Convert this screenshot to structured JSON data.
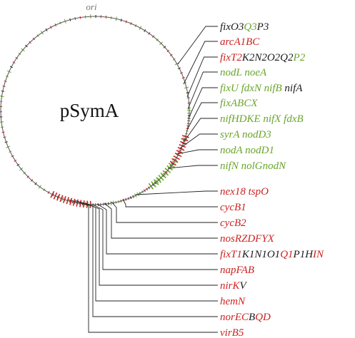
{
  "plasmid": {
    "name": "pSymA",
    "origin_label": "ori"
  },
  "colors": {
    "black": "#1a1a1a",
    "red": "#cc2222",
    "green": "#6aa52a",
    "circle": "#555555"
  },
  "labels": [
    {
      "segments": [
        {
          "t": "fixO3",
          "c": "black"
        },
        {
          "t": "Q3",
          "c": "green"
        },
        {
          "t": "P3",
          "c": "black"
        }
      ]
    },
    {
      "segments": [
        {
          "t": "arcA1BC",
          "c": "red"
        }
      ]
    },
    {
      "segments": [
        {
          "t": "fixT2",
          "c": "red"
        },
        {
          "t": "K2N2O2Q2",
          "c": "black"
        },
        {
          "t": "P2",
          "c": "green"
        }
      ]
    },
    {
      "segments": [
        {
          "t": "nodL noeA",
          "c": "green"
        }
      ]
    },
    {
      "segments": [
        {
          "t": "fixU fdxN nifB",
          "c": "green"
        },
        {
          "t": " nifA",
          "c": "black"
        }
      ]
    },
    {
      "segments": [
        {
          "t": "fixABCX",
          "c": "green"
        }
      ]
    },
    {
      "segments": [
        {
          "t": "nifHDKE nifX fdxB",
          "c": "green"
        }
      ]
    },
    {
      "segments": [
        {
          "t": "syrA nodD3",
          "c": "green"
        }
      ]
    },
    {
      "segments": [
        {
          "t": "nodA nodD1",
          "c": "green"
        }
      ]
    },
    {
      "segments": [
        {
          "t": "nifN nolGnodN",
          "c": "green"
        }
      ]
    },
    {
      "segments": [
        {
          "t": "nex18 tspO",
          "c": "red"
        }
      ]
    },
    {
      "segments": [
        {
          "t": "cycB1",
          "c": "red"
        }
      ]
    },
    {
      "segments": [
        {
          "t": "cycB2",
          "c": "red"
        }
      ]
    },
    {
      "segments": [
        {
          "t": "nosRZDFYX",
          "c": "red"
        }
      ]
    },
    {
      "segments": [
        {
          "t": "fixT1",
          "c": "red"
        },
        {
          "t": "K1N1O1",
          "c": "black"
        },
        {
          "t": "Q1",
          "c": "red"
        },
        {
          "t": "P1H",
          "c": "black"
        },
        {
          "t": "IN",
          "c": "red"
        }
      ]
    },
    {
      "segments": [
        {
          "t": "napFAB",
          "c": "red"
        }
      ]
    },
    {
      "segments": [
        {
          "t": "nirK",
          "c": "red"
        },
        {
          "t": "V",
          "c": "black"
        }
      ]
    },
    {
      "segments": [
        {
          "t": "hemN",
          "c": "red"
        }
      ]
    },
    {
      "segments": [
        {
          "t": "norEC",
          "c": "red"
        },
        {
          "t": "B",
          "c": "black"
        },
        {
          "t": "QD",
          "c": "red"
        }
      ]
    },
    {
      "segments": [
        {
          "t": "virB5",
          "c": "red"
        }
      ]
    }
  ]
}
